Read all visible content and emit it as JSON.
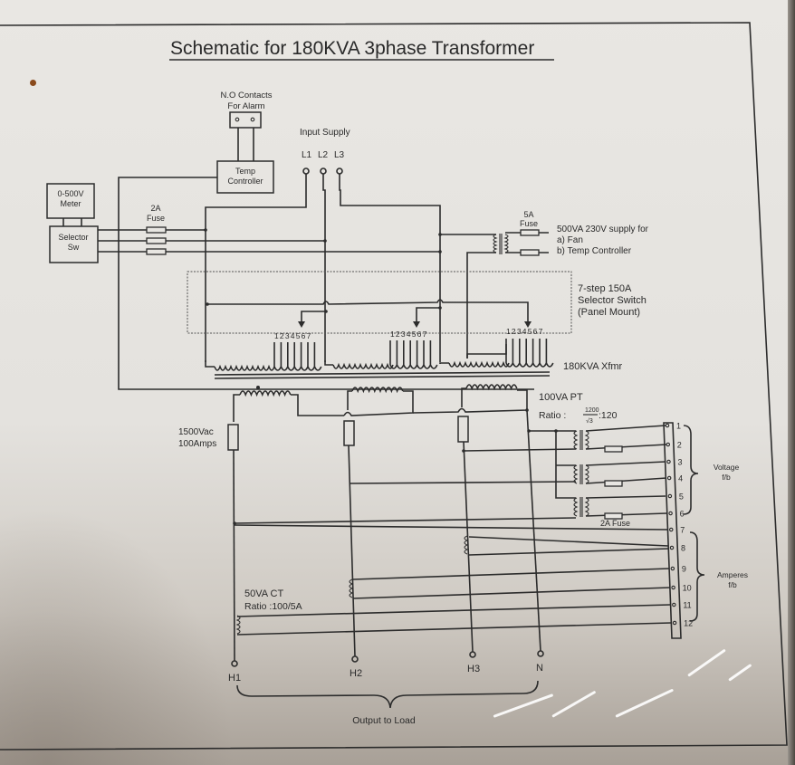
{
  "title": "Schematic for 180KVA 3phase Transformer",
  "alarm": {
    "label_line1": "N.O  Contacts",
    "label_line2": "For Alarm"
  },
  "temp_controller": {
    "line1": "Temp",
    "line2": "Controller"
  },
  "input_supply": {
    "label": "Input Supply",
    "terminals": [
      "L1",
      "L2",
      "L3"
    ]
  },
  "meter": {
    "line1": "0-500V",
    "line2": "Meter"
  },
  "selector_sw": {
    "line1": "Selector",
    "line2": "Sw"
  },
  "fuse_2a": {
    "line1": "2A",
    "line2": "Fuse"
  },
  "aux_supply": {
    "fuse_line1": "5A",
    "fuse_line2": "Fuse",
    "desc_line1": "500VA 230V supply for",
    "desc_line2": "a) Fan",
    "desc_line3": "b) Temp Controller"
  },
  "selector_switch": {
    "line1": "7-step 150A",
    "line2": "Selector Switch",
    "line3": "(Panel Mount)"
  },
  "tap_labels": [
    "1234567",
    "1234567",
    "1234567"
  ],
  "xfmr_label": "180KVA Xfmr",
  "pt": {
    "line1": "100VA PT",
    "ratio_prefix": "Ratio :",
    "ratio_num": "1200",
    "ratio_den": "√3",
    "ratio_suffix": ":120"
  },
  "surge": {
    "line1": "1500Vac",
    "line2": "100Amps"
  },
  "pt_fuse": "2A Fuse",
  "ct": {
    "line1": "50VA CT",
    "line2": "Ratio :100/5A"
  },
  "terminal_block": [
    "1",
    "2",
    "3",
    "4",
    "5",
    "6",
    "7",
    "8",
    "9",
    "10",
    "11",
    "12"
  ],
  "voltage_fb": {
    "line1": "Voltage",
    "line2": "f/b"
  },
  "amperes_fb": {
    "line1": "Amperes",
    "line2": "f/b"
  },
  "outputs": [
    "H1",
    "H2",
    "H3",
    "N"
  ],
  "output_label": "Output to Load"
}
